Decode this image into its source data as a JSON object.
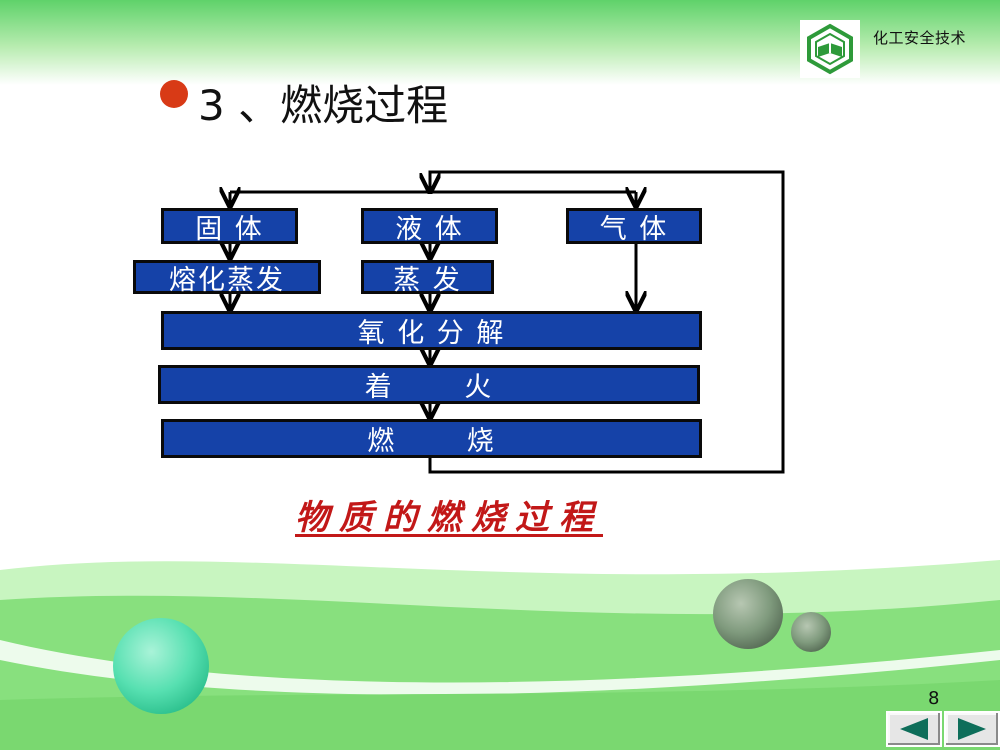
{
  "header": {
    "course_title": "化工安全技术",
    "logo_icon": "school-book-logo-icon"
  },
  "slide": {
    "heading": "3 、燃烧过程",
    "page_number": "8"
  },
  "diagram": {
    "states": {
      "solid": "固 体",
      "liquid": "液 体",
      "gas": "气 体"
    },
    "transitions": {
      "melt_evaporate": "熔化蒸发",
      "evaporate": "蒸 发"
    },
    "stages": {
      "oxidation": "氧 化 分 解",
      "ignition": "着 火",
      "combustion": "燃 烧"
    },
    "caption": "物质的燃烧过程"
  },
  "nav": {
    "prev_icon": "triangle-left-icon",
    "next_icon": "triangle-right-icon"
  },
  "colors": {
    "box_fill": "#1542a8",
    "caption": "#c21818",
    "bullet": "#d83a16",
    "nav_arrow": "#0e6e5a"
  }
}
